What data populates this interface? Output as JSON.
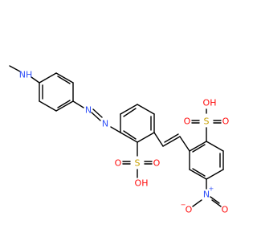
{
  "molecule": {
    "atoms": {
      "nh": "NH",
      "n_azo_upper": "N",
      "n_azo_lower": "N",
      "s_top": "S",
      "s_bottom": "S",
      "o_top_oh": "OH",
      "o_top_left": "O",
      "o_top_right": "O",
      "o_bottom_left": "O",
      "o_bottom_right": "O",
      "o_bottom_oh": "OH",
      "n_nitro": "N",
      "n_nitro_charge": "+",
      "o_nitro_left": "O",
      "o_nitro_right": "O",
      "o_nitro_charge": "−"
    }
  },
  "colors": {
    "bond": "#000000",
    "nitrogen": "#3050f8",
    "oxygen": "#ff0d0d",
    "sulfur": "#c8a000",
    "background": "#ffffff"
  }
}
